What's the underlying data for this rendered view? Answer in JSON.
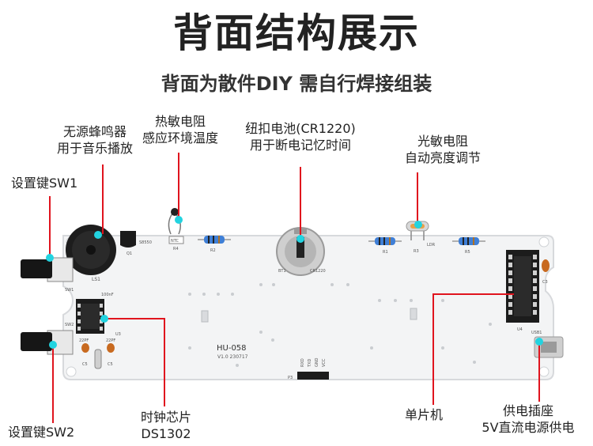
{
  "header": {
    "title": "背面结构展示",
    "subtitle": "背面为散件DIY 需自行焊接组装"
  },
  "labels": {
    "buzzer": [
      "无源蜂鸣器",
      "用于音乐播放"
    ],
    "ntc": [
      "热敏电阻",
      "感应环境温度"
    ],
    "battery": [
      "纽扣电池(CR1220)",
      "用于断电记忆时间"
    ],
    "ldr": [
      "光敏电阻",
      "自动亮度调节"
    ],
    "sw1": "设置键SW1",
    "sw2": "设置键SW2",
    "clock": [
      "时钟芯片",
      "DS1302"
    ],
    "mcu": "单片机",
    "usb": [
      "供电插座",
      "5V直流电源供电"
    ]
  },
  "pcb": {
    "model": "HU-058",
    "version": "V1.0 230717",
    "silk": {
      "ls1": "LS1",
      "q1": "Q1",
      "s8550": "S8550",
      "ntc": "NTC",
      "r4": "R4",
      "r2": "R2",
      "bt1": "BT1",
      "cr1220": "CR1220",
      "r1": "R1",
      "r3": "R3",
      "ldr": "LDR",
      "r5": "R5",
      "sw1": "SW1",
      "sw2": "SW2",
      "u4": "U4",
      "u3": "U3",
      "c3": "C3",
      "usb1": "USB1",
      "c5a": "C5",
      "c5b": "C5",
      "p3": "P3",
      "vcc": "VCC",
      "gnd": "GND",
      "txd": "TXD",
      "rxd": "RXD",
      "cap1": "100nF",
      "cap2": "22PF",
      "cap3": "22PF"
    }
  },
  "colors": {
    "pointer": "#e0141e",
    "dot": "#22d3e0",
    "board": "#f4f5f6",
    "chip": "#1c1c1c"
  }
}
